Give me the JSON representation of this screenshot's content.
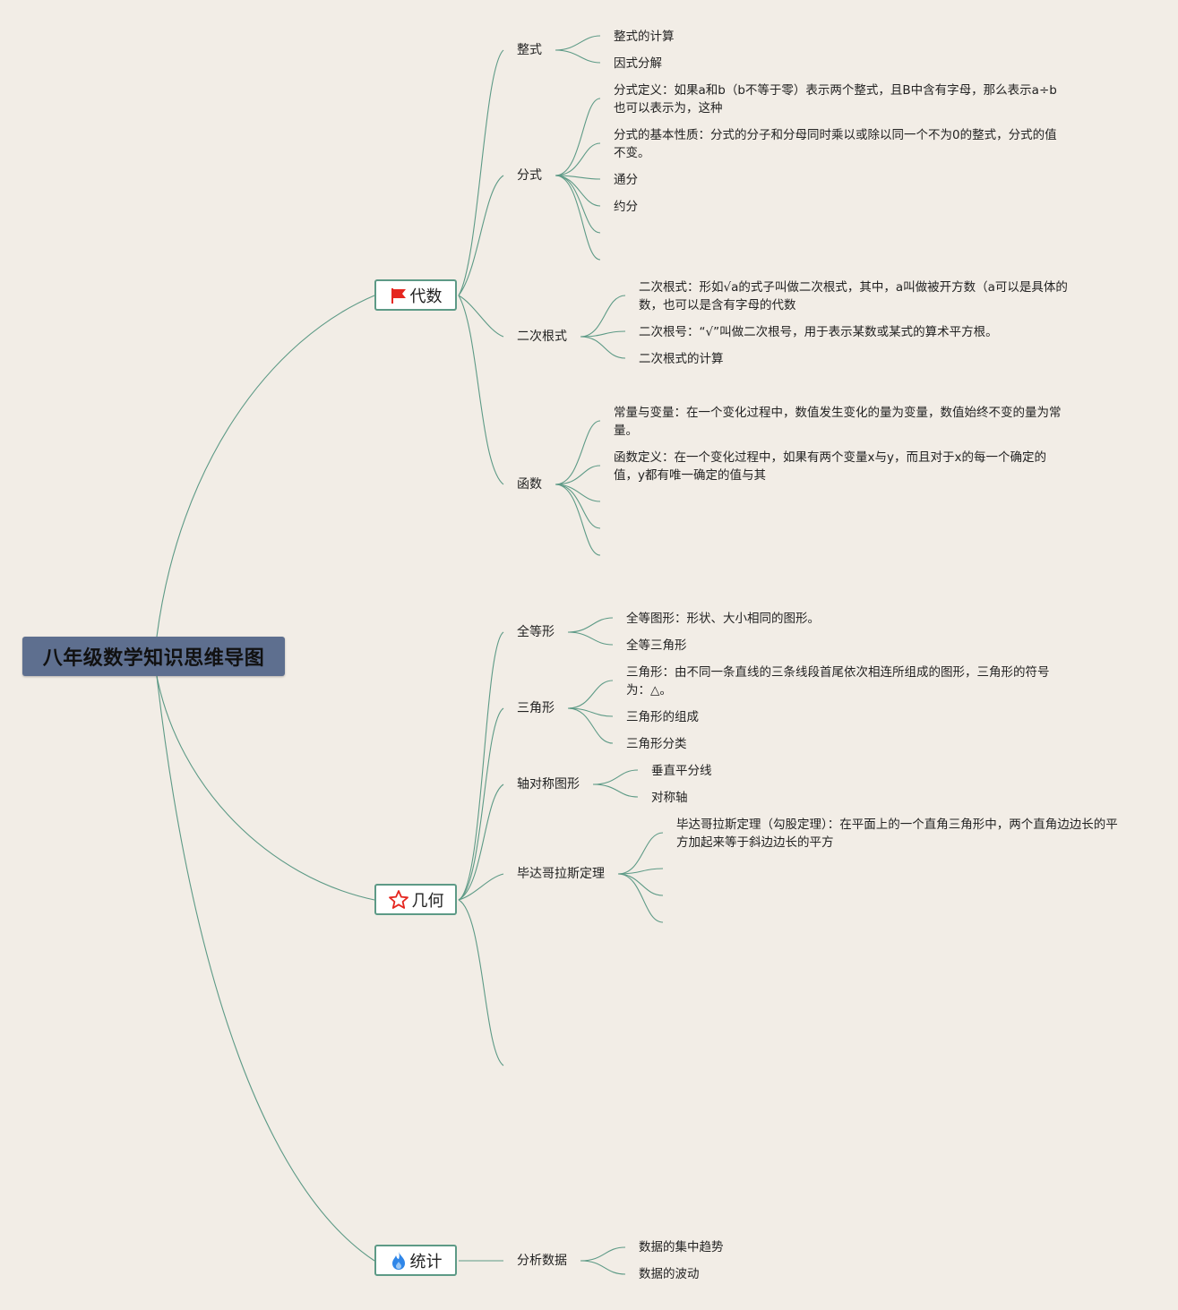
{
  "root": "八年级数学知识思维导图",
  "branches": {
    "algebra": {
      "label": "代数",
      "icon": "red-flag-icon",
      "topics": {
        "t1": {
          "label": "整式",
          "items": [
            "整式的计算",
            "因式分解"
          ]
        },
        "t2": {
          "label": "分式",
          "items": [
            "分式定义：如果a和b（b不等于零）表示两个整式，且B中含有字母，那么表示a÷b也可以表示为￼，这种",
            "分式的基本性质：分式的分子和分母同时乘以或除以同一个不为0的整式，分式的值不变。",
            "通分",
            "约分"
          ]
        },
        "t3": {
          "label": "二次根式",
          "items": [
            "二次根式：形如√a的式子叫做二次根式，其中，a叫做被开方数（a可以是具体的数，也可以是含有字母的代数",
            "二次根号：“√”叫做二次根号，用于表示某数或某式的算术平方根。",
            "二次根式的计算"
          ]
        },
        "t4": {
          "label": "函数",
          "items": [
            "常量与变量：在一个变化过程中，数值发生变化的量为变量，数值始终不变的量为常量。",
            "函数定义：在一个变化过程中，如果有两个变量x与y，而且对于x的每一个确定的值，y都有唯一确定的值与其"
          ]
        }
      }
    },
    "geometry": {
      "label": "几何",
      "icon": "star-outline-icon",
      "topics": {
        "t1": {
          "label": "全等形",
          "items": [
            "全等图形：形状、大小相同的图形。",
            "全等三角形"
          ]
        },
        "t2": {
          "label": "三角形",
          "items": [
            "三角形：由不同一条直线的三条线段首尾依次相连所组成的图形，三角形的符号为：△。",
            "三角形的组成",
            "三角形分类"
          ]
        },
        "t3": {
          "label": "轴对称图形",
          "items": [
            "垂直平分线",
            "对称轴"
          ]
        },
        "t4": {
          "label": "毕达哥拉斯定理",
          "items": [
            "毕达哥拉斯定理（勾股定理）：在平面上的一个直角三角形中，两个直角边边长的平方加起来等于斜边边长的平方"
          ]
        }
      }
    },
    "statistics": {
      "label": "统计",
      "icon": "flame-icon",
      "topics": {
        "t1": {
          "label": "分析数据",
          "items": [
            "数据的集中趋势",
            "数据的波动"
          ]
        }
      }
    }
  },
  "colors": {
    "background": "#f2ede6",
    "line": "#5d9a86",
    "root": "#5e6f8f",
    "flag": "#e5261f",
    "star": "#e5261f",
    "flame": "#2f86e8"
  }
}
